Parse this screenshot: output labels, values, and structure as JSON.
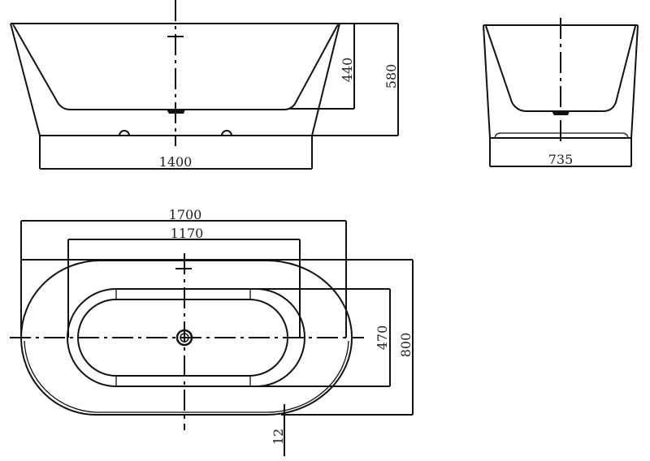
{
  "drawing": {
    "subject": "Freestanding bathtub dimension drawing",
    "views": {
      "front_elevation": {
        "dimensions": {
          "base_length": "1400",
          "inner_depth": "440",
          "total_height": "580"
        }
      },
      "side_elevation": {
        "dimensions": {
          "base_width": "735"
        }
      },
      "plan_view": {
        "dimensions": {
          "overall_length": "1700",
          "inner_bottom_length": "1170",
          "inner_bottom_width": "470",
          "overall_width": "800",
          "rim_offset": "12"
        }
      }
    },
    "colors": {
      "line": "#111111",
      "text": "#222222",
      "background": "#ffffff"
    }
  }
}
